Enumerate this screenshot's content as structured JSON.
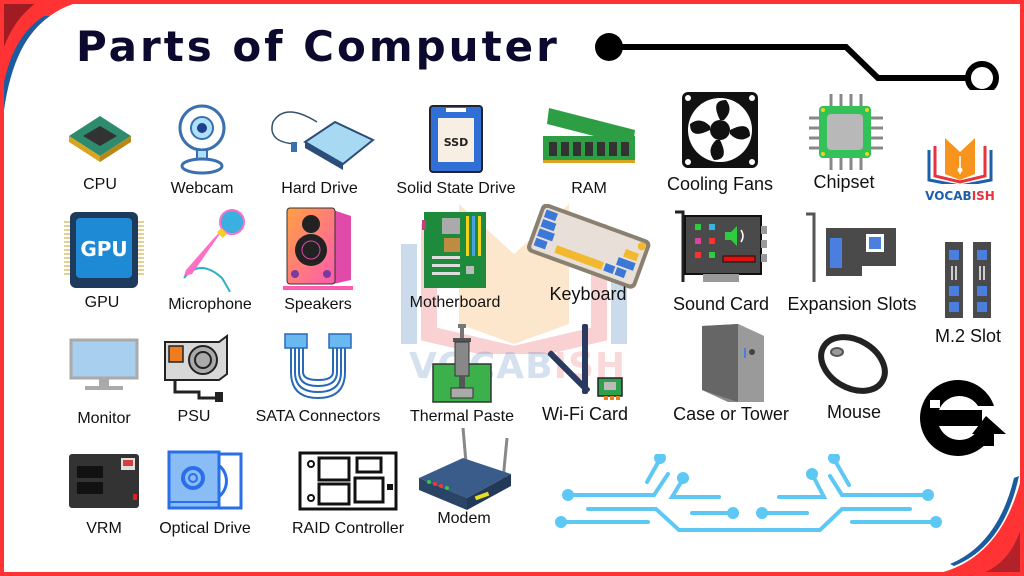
{
  "title": "Parts of Computer",
  "brand": {
    "name_part1": "VOCAB",
    "name_part2": "ISH",
    "color_blue": "#1d5fa8",
    "color_red": "#e8323c",
    "color_orange": "#f7941d"
  },
  "watermark": {
    "part1": "VOCAB",
    "part2": "ISH"
  },
  "colors": {
    "border": "#ff3333",
    "title": "#0b0a2e",
    "circuit": "#5ec8f5",
    "accent_blue": "#1b5c9e"
  },
  "items": [
    {
      "id": "cpu",
      "label": "CPU"
    },
    {
      "id": "webcam",
      "label": "Webcam"
    },
    {
      "id": "hard-drive",
      "label": "Hard Drive"
    },
    {
      "id": "ssd",
      "label": "Solid State Drive",
      "icon_text": "SSD"
    },
    {
      "id": "ram",
      "label": "RAM"
    },
    {
      "id": "cooling-fans",
      "label": "Cooling Fans"
    },
    {
      "id": "chipset",
      "label": "Chipset"
    },
    {
      "id": "gpu",
      "label": "GPU",
      "icon_text": "GPU"
    },
    {
      "id": "microphone",
      "label": "Microphone"
    },
    {
      "id": "speakers",
      "label": "Speakers"
    },
    {
      "id": "motherboard",
      "label": "Motherboard"
    },
    {
      "id": "keyboard",
      "label": "Keyboard"
    },
    {
      "id": "sound-card",
      "label": "Sound Card"
    },
    {
      "id": "expansion-slots",
      "label": "Expansion Slots"
    },
    {
      "id": "m2-slot",
      "label": "M.2 Slot"
    },
    {
      "id": "monitor",
      "label": "Monitor"
    },
    {
      "id": "psu",
      "label": "PSU"
    },
    {
      "id": "sata-connectors",
      "label": "SATA Connectors"
    },
    {
      "id": "thermal-paste",
      "label": "Thermal Paste"
    },
    {
      "id": "wifi-card",
      "label": "Wi-Fi Card"
    },
    {
      "id": "case-tower",
      "label": "Case or Tower"
    },
    {
      "id": "mouse",
      "label": "Mouse"
    },
    {
      "id": "vrm",
      "label": "VRM"
    },
    {
      "id": "optical-drive",
      "label": "Optical Drive"
    },
    {
      "id": "raid-controller",
      "label": "RAID Controller"
    },
    {
      "id": "modem",
      "label": "Modem"
    }
  ]
}
